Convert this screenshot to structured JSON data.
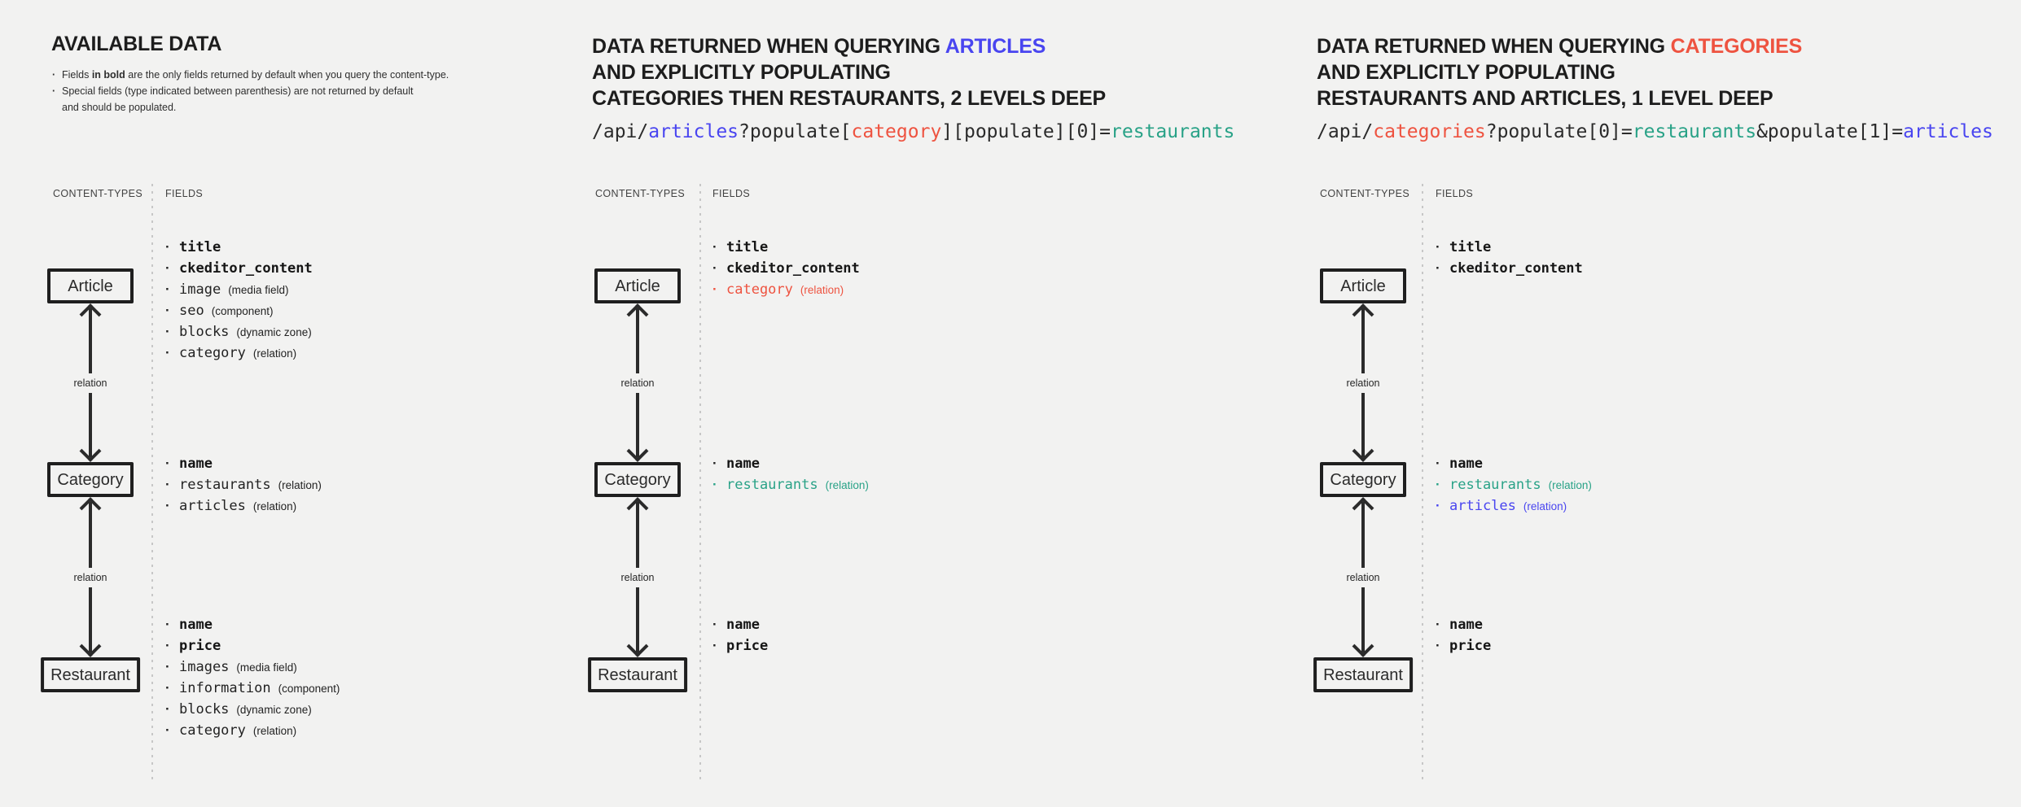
{
  "colors": {
    "background": "#f2f2f1",
    "ink": "#2b2b2b",
    "accent_blue": "#4945f0",
    "accent_red": "#ee5340",
    "accent_teal": "#29a287"
  },
  "labels": {
    "content_types": "CONTENT-TYPES",
    "fields": "FIELDS",
    "relation": "relation"
  },
  "nodes": {
    "article": "Article",
    "category": "Category",
    "restaurant": "Restaurant"
  },
  "available": {
    "title": "AVAILABLE DATA",
    "note1_prefix": "Fields ",
    "note1_bold": "in bold",
    "note1_suffix": " are the only fields returned by default when you query the content-type.",
    "note2_line1": "Special fields (type indicated between parenthesis) are not returned by default",
    "note2_line2": "and should be populated.",
    "article_fields": [
      {
        "name": "title",
        "type": ""
      },
      {
        "name": "ckeditor_content",
        "type": ""
      },
      {
        "name": "image",
        "type": "(media field)"
      },
      {
        "name": "seo",
        "type": "(component)"
      },
      {
        "name": "blocks",
        "type": "(dynamic zone)"
      },
      {
        "name": "category",
        "type": "(relation)"
      }
    ],
    "category_fields": [
      {
        "name": "name",
        "type": ""
      },
      {
        "name": "restaurants",
        "type": "(relation)"
      },
      {
        "name": "articles",
        "type": "(relation)"
      }
    ],
    "restaurant_fields": [
      {
        "name": "name",
        "type": ""
      },
      {
        "name": "price",
        "type": ""
      },
      {
        "name": "images",
        "type": "(media field)"
      },
      {
        "name": "information",
        "type": "(component)"
      },
      {
        "name": "blocks",
        "type": "(dynamic zone)"
      },
      {
        "name": "category",
        "type": "(relation)"
      }
    ]
  },
  "articles_query": {
    "title_prefix": "DATA RETURNED WHEN QUERYING ",
    "title_highlight": "ARTICLES",
    "title_line2": "AND EXPLICITLY POPULATING",
    "title_line3": "CATEGORIES THEN RESTAURANTS, 2 LEVELS DEEP",
    "api": [
      "/api/",
      "articles",
      "?populate[",
      "category",
      "][populate][0]=",
      "restaurants"
    ],
    "article_fields": [
      {
        "name": "title",
        "type": ""
      },
      {
        "name": "ckeditor_content",
        "type": ""
      },
      {
        "name": "category",
        "type": "(relation)"
      }
    ],
    "category_fields": [
      {
        "name": "name",
        "type": ""
      },
      {
        "name": "restaurants",
        "type": "(relation)"
      }
    ],
    "restaurant_fields": [
      {
        "name": "name",
        "type": ""
      },
      {
        "name": "price",
        "type": ""
      }
    ]
  },
  "categories_query": {
    "title_prefix": "DATA RETURNED WHEN QUERYING ",
    "title_highlight": "CATEGORIES",
    "title_line2": "AND EXPLICITLY POPULATING",
    "title_line3": "RESTAURANTS AND ARTICLES, 1 LEVEL DEEP",
    "api": [
      "/api/",
      "categories",
      "?populate[0]=",
      "restaurants",
      "&populate[1]=",
      "articles"
    ],
    "article_fields": [
      {
        "name": "title",
        "type": ""
      },
      {
        "name": "ckeditor_content",
        "type": ""
      }
    ],
    "category_fields": [
      {
        "name": "name",
        "type": ""
      },
      {
        "name": "restaurants",
        "type": "(relation)"
      },
      {
        "name": "articles",
        "type": "(relation)"
      }
    ],
    "restaurant_fields": [
      {
        "name": "name",
        "type": ""
      },
      {
        "name": "price",
        "type": ""
      }
    ]
  }
}
